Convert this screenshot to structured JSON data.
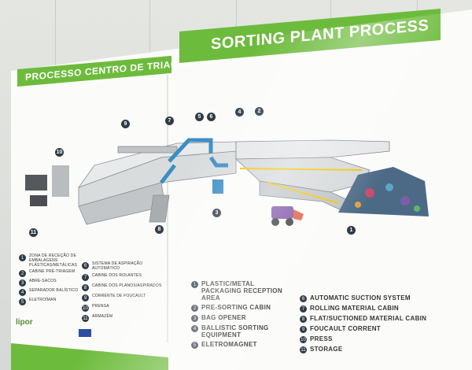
{
  "titles": {
    "pt": "PROCESSO CENTRO DE TRIAGEM",
    "en": "SORTING PLANT PROCESS"
  },
  "bubbles": [
    "1",
    "2",
    "3",
    "4",
    "5",
    "6",
    "7",
    "8",
    "9",
    "10",
    "11"
  ],
  "legend_en": [
    {
      "n": "1",
      "text": "PLASTIC/METAL PACKAGING RECEPTION AREA"
    },
    {
      "n": "2",
      "text": "PRE-SORTING CABIN"
    },
    {
      "n": "3",
      "text": "BAG OPENER"
    },
    {
      "n": "4",
      "text": "BALLISTIC SORTING EQUIPMENT"
    },
    {
      "n": "5",
      "text": "ELETROMAGNET"
    },
    {
      "n": "6",
      "text": "AUTOMATIC SUCTION SYSTEM"
    },
    {
      "n": "7",
      "text": "ROLLING MATERIAL CABIN"
    },
    {
      "n": "8",
      "text": "FLAT/SUCTIONED MATERIAL CABIN"
    },
    {
      "n": "9",
      "text": "FOUCAULT CORRENT"
    },
    {
      "n": "10",
      "text": "PRESS"
    },
    {
      "n": "11",
      "text": "STORAGE"
    }
  ],
  "legend_pt": [
    {
      "n": "1",
      "text": "ZONA DE RECEÇÃO DE EMBALAGENS PLÁSTICAS/METÁLICAS"
    },
    {
      "n": "2",
      "text": "CABINE PRÉ-TRIAGEM"
    },
    {
      "n": "3",
      "text": "ABRE-SACOS"
    },
    {
      "n": "4",
      "text": "SEPARADOR BALÍSTICO"
    },
    {
      "n": "5",
      "text": "ELETROÍMAN"
    },
    {
      "n": "6",
      "text": "SISTEMA DE ASPIRAÇÃO AUTOMÁTICO"
    },
    {
      "n": "7",
      "text": "CABINE DOS ROLANTES"
    },
    {
      "n": "8",
      "text": "CABINE DOS PLANOS/ASPIRADOS"
    },
    {
      "n": "9",
      "text": "CORRENTE DE FOUCAULT"
    },
    {
      "n": "10",
      "text": "PRENSA"
    },
    {
      "n": "11",
      "text": "ARMAZÉM"
    }
  ],
  "logo": "lipor",
  "colors": {
    "green": "#6dbb3c",
    "dark": "#2e3a44",
    "board": "#fbfbf9"
  }
}
